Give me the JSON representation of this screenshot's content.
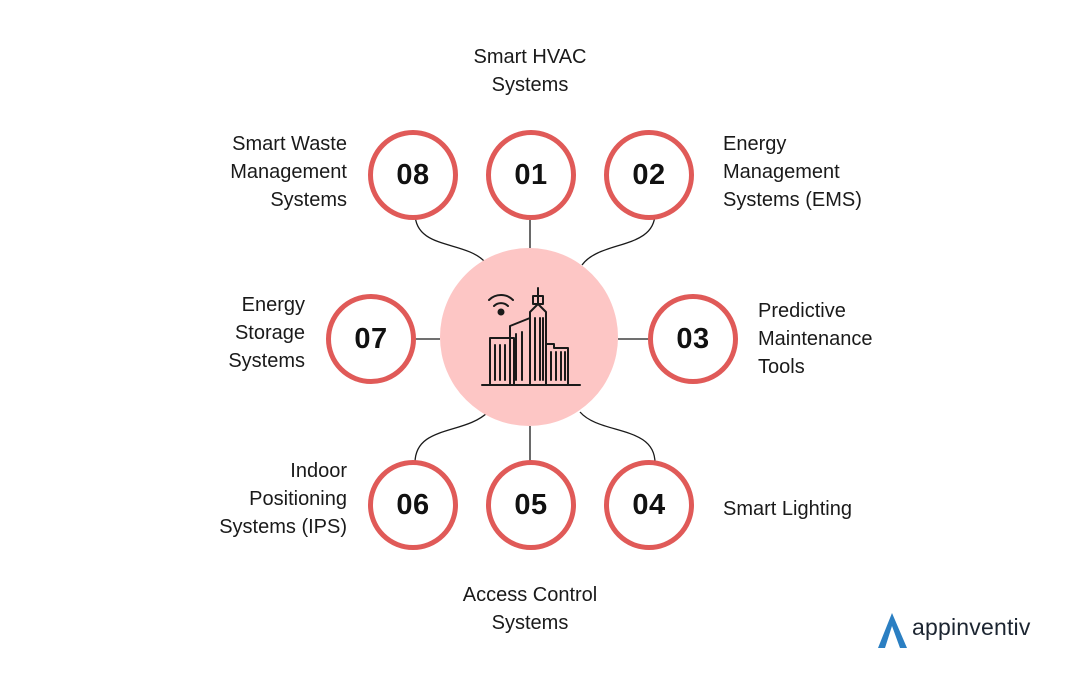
{
  "diagram": {
    "nodes": [
      {
        "id": "01",
        "label": "Smart HVAC\nSystems"
      },
      {
        "id": "02",
        "label": "Energy\nManagement\nSystems (EMS)"
      },
      {
        "id": "03",
        "label": "Predictive\nMaintenance\nTools"
      },
      {
        "id": "04",
        "label": "Smart Lighting"
      },
      {
        "id": "05",
        "label": "Access Control\nSystems"
      },
      {
        "id": "06",
        "label": "Indoor\nPositioning\nSystems (IPS)"
      },
      {
        "id": "07",
        "label": "Energy\nStorage\nSystems"
      },
      {
        "id": "08",
        "label": "Smart Waste\nManagement\nSystems"
      }
    ],
    "center_icon": "smart-building-wifi-icon"
  },
  "brand": {
    "name": "appinventiv",
    "logo_icon": "appinventiv-logo-icon"
  },
  "colors": {
    "ring": "#e05a58",
    "hub": "#fdc6c5",
    "connector": "#1a1a1a",
    "brand_blue": "#2b7fc2"
  }
}
